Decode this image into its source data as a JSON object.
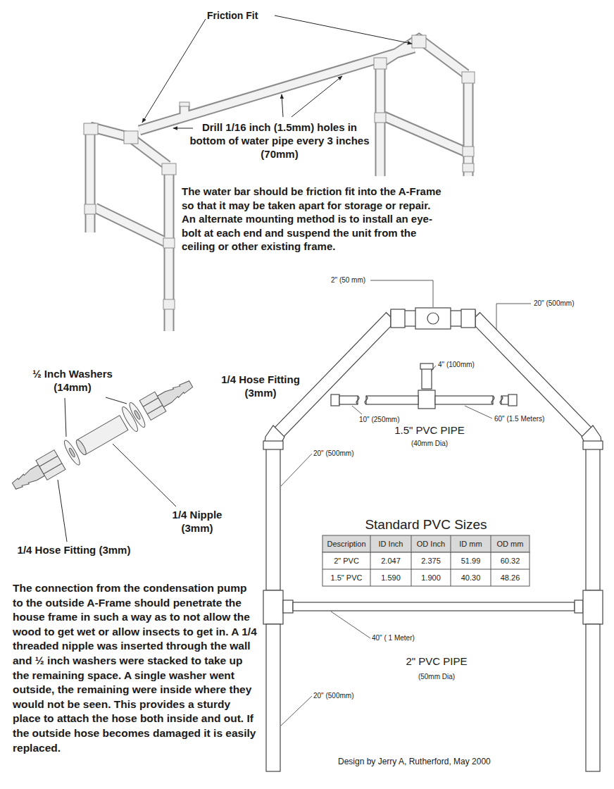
{
  "diagram": {
    "labels": [
      "Friction Fit",
      "Drill 1/16 inch (1.5mm) holes in bottom of water pipe every 3 inches (70mm)",
      "The water bar should be friction fit into the A-Frame so that it may be taken apart for storage or repair. An alternate mounting method is to install an eye-bolt at each end and suspend the unit from the ceiling or other existing frame.",
      "2\" (50 mm)",
      "20\" (500mm)",
      "½ Inch Washers (14mm)",
      "1/4 Hose Fitting (3mm)",
      "4\" (100mm)",
      "10\" (250mm)",
      "60\" (1.5 Meters)",
      "1.5\" PVC PIPE",
      "(40mm Dia)",
      "20\" (500mm)",
      "1/4 Nipple (3mm)",
      "1/4 Hose Fitting (3mm)",
      "Standard PVC Sizes",
      "Description",
      "ID Inch",
      "OD Inch",
      "ID mm",
      "OD mm",
      "2\" PVC",
      "2.047",
      "2.375",
      "51.99",
      "60.32",
      "1.5\" PVC",
      "1.590",
      "1.900",
      "40.30",
      "48.26",
      "The connection from the condensation pump to the outside A-Frame should penetrate the house frame in such a way as to not allow the wood to get wet or allow insects to get in. A 1/4 threaded nipple was inserted through the wall and ½ inch washers were stacked to take up the remaining space. A single washer went outside, the remaining were inside where they would not be seen. This provides a sturdy place to attach the hose both inside and out. If the outside hose becomes damaged it is easily replaced.",
      "40\" ( 1 Meter)",
      "2\" PVC PIPE",
      "(50mm Dia)",
      "20\" (500mm)",
      "Design by Jerry A, Rutherford, May 2000"
    ]
  }
}
